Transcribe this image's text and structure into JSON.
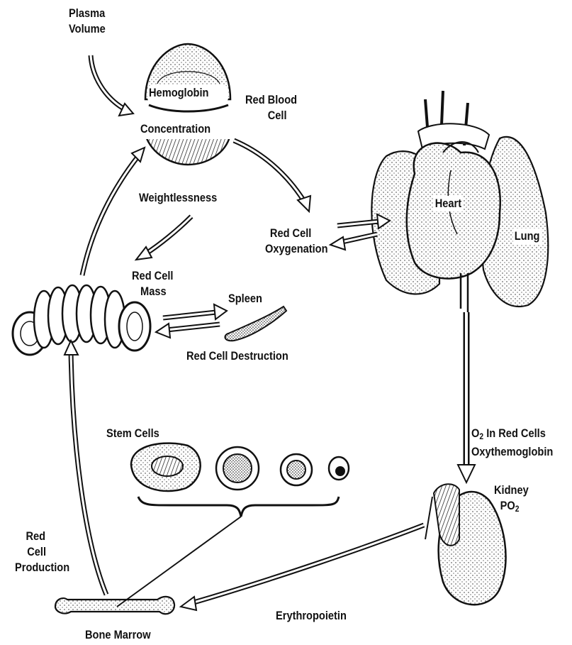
{
  "labels": {
    "plasma_volume": [
      "Plasma",
      "Volume"
    ],
    "hemoglobin": "Hemoglobin",
    "concentration": "Concentration",
    "red_blood_cell": [
      "Red Blood",
      "Cell"
    ],
    "weightlessness": "Weightlessness",
    "red_cell_oxygenation": [
      "Red Cell",
      "Oxygenation"
    ],
    "heart": "Heart",
    "lung": "Lung",
    "red_cell_mass": [
      "Red Cell",
      "Mass"
    ],
    "spleen": "Spleen",
    "red_cell_destruction": "Red Cell Destruction",
    "stem_cells": "Stem Cells",
    "o2_prefix": "O",
    "o2_subscript": "2",
    "o2_suffix": " In Red Cells",
    "oxyhemoglobin": "Oxythemoglobin",
    "kidney": "Kidney",
    "po2_prefix": "PO",
    "po2_subscript": "2",
    "red_cell_production": [
      "Red",
      "Cell",
      "Production"
    ],
    "erythropoietin": "Erythropoietin",
    "bone_marrow": "Bone Marrow"
  },
  "colors": {
    "ink": "#111111",
    "paper": "#ffffff",
    "organ_fill": "#e6e6e6"
  }
}
